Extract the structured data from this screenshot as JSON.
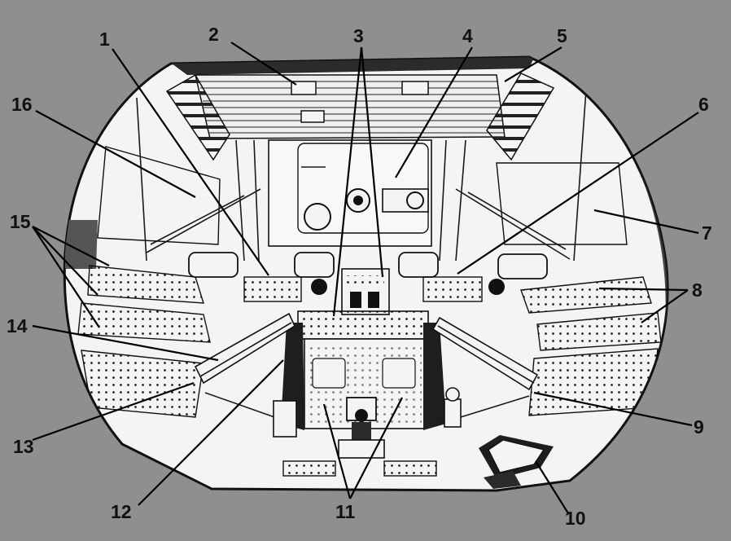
{
  "diagram": {
    "colors": {
      "background": "#8f8f8f",
      "ink": "#111111",
      "paper": "#f4f4f2",
      "shade": "#2b2b2b"
    },
    "callouts": [
      {
        "id": "c1",
        "label": "1"
      },
      {
        "id": "c2",
        "label": "2"
      },
      {
        "id": "c3",
        "label": "3"
      },
      {
        "id": "c4",
        "label": "4"
      },
      {
        "id": "c5",
        "label": "5"
      },
      {
        "id": "c6",
        "label": "6"
      },
      {
        "id": "c7",
        "label": "7"
      },
      {
        "id": "c8",
        "label": "8"
      },
      {
        "id": "c9",
        "label": "9"
      },
      {
        "id": "c10",
        "label": "10"
      },
      {
        "id": "c11",
        "label": "11"
      },
      {
        "id": "c12",
        "label": "12"
      },
      {
        "id": "c13",
        "label": "13"
      },
      {
        "id": "c14",
        "label": "14"
      },
      {
        "id": "c15",
        "label": "15"
      },
      {
        "id": "c16",
        "label": "16"
      }
    ]
  }
}
